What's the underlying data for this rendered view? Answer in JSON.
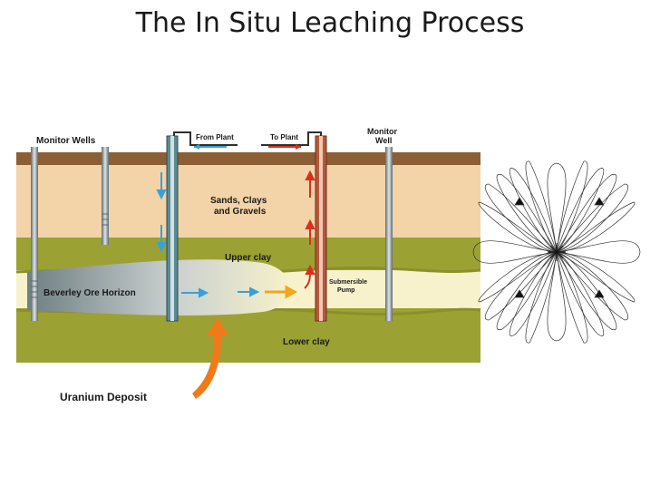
{
  "slide": {
    "title": "The In Situ Leaching Process"
  },
  "diagram": {
    "labels": {
      "monitor_wells": "Monitor Wells",
      "from_plant": "From Plant",
      "to_plant": "To Plant",
      "monitor_well_line1": "Monitor",
      "monitor_well_line2": "Well",
      "sands_line1": "Sands, Clays",
      "sands_line2": "and Gravels",
      "upper_clay": "Upper clay",
      "ore_horizon": "Beverley Ore Horizon",
      "pump_line1": "Submersible",
      "pump_line2": "Pump",
      "lower_clay": "Lower clay",
      "uranium_deposit": "Uranium Deposit"
    },
    "colors": {
      "topsoil": "#8b5e34",
      "sands": "#f3d3a8",
      "clay": "#9ba233",
      "ore": "#f7f2cc",
      "well_steel": "#8e9ba0",
      "injection_well": "#5c8a92",
      "recovery_well": "#b5593a",
      "flow_in": "#3aa0d8",
      "flow_out": "#d9301e",
      "deposit_arrow": "#f07a1a"
    }
  },
  "field_figure": {
    "icons": [
      "triangle-well-icon",
      "central-well-icon"
    ]
  }
}
